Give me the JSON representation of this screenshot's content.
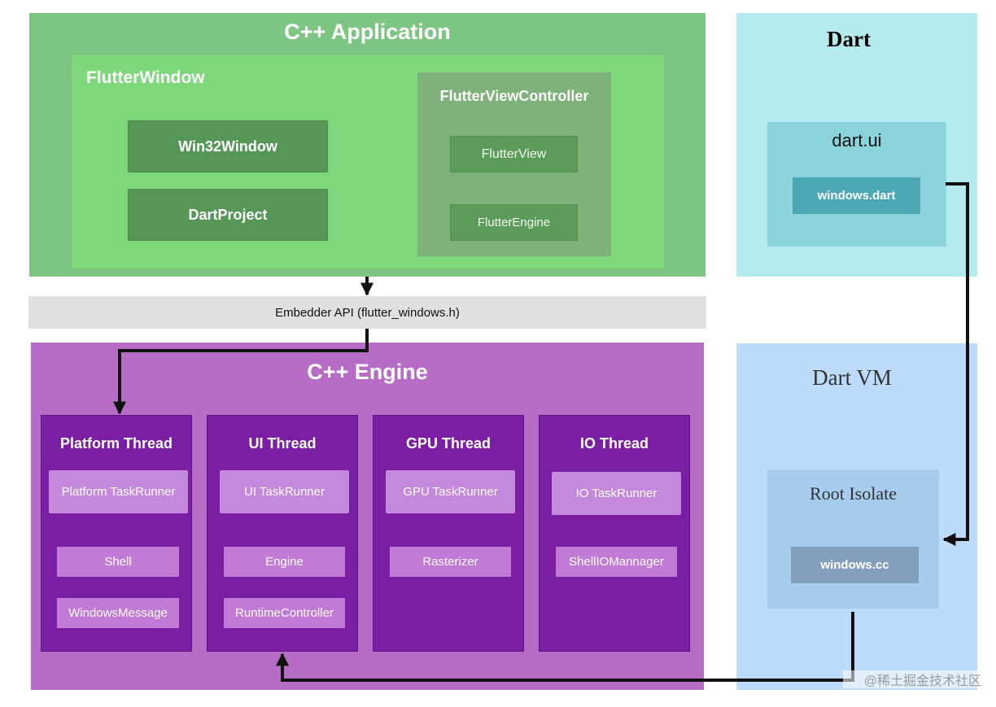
{
  "app": {
    "title": "C++ Application",
    "flutter_window": {
      "title": "FlutterWindow",
      "win32_window": "Win32Window",
      "dart_project": "DartProject"
    },
    "view_controller": {
      "title": "FlutterViewController",
      "flutter_view": "FlutterView",
      "flutter_engine": "FlutterEngine"
    }
  },
  "dart": {
    "title": "Dart",
    "dart_ui": {
      "title": "dart.ui",
      "windows_dart": "windows.dart"
    }
  },
  "embedder": {
    "label": "Embedder API (flutter_windows.h)"
  },
  "engine": {
    "title": "C++ Engine",
    "threads": [
      {
        "title": "Platform Thread",
        "runner": "Platform TaskRunner",
        "items": [
          "Shell",
          "WindowsMessage"
        ]
      },
      {
        "title": "UI Thread",
        "runner": "UI TaskRunner",
        "items": [
          "Engine",
          "RuntimeController"
        ]
      },
      {
        "title": "GPU Thread",
        "runner": "GPU TaskRunner",
        "items": [
          "Rasterizer"
        ]
      },
      {
        "title": "IO Thread",
        "runner": "IO TaskRunner",
        "items": [
          "ShellIOMannager"
        ]
      }
    ]
  },
  "dart_vm": {
    "title": "Dart VM",
    "root_isolate": {
      "title": "Root Isolate",
      "windows_cc": "windows.cc"
    }
  },
  "watermark": "@稀土掘金技术社区",
  "colors": {
    "app_bg": "#7dc582",
    "flutter_window_bg": "#7dd87c",
    "dart_bg": "#b4ebee",
    "engine_bg": "#b76cc6",
    "thread_bg": "#7a1ea3",
    "dart_vm_bg": "#bddcfb",
    "arrow": "#111111"
  }
}
